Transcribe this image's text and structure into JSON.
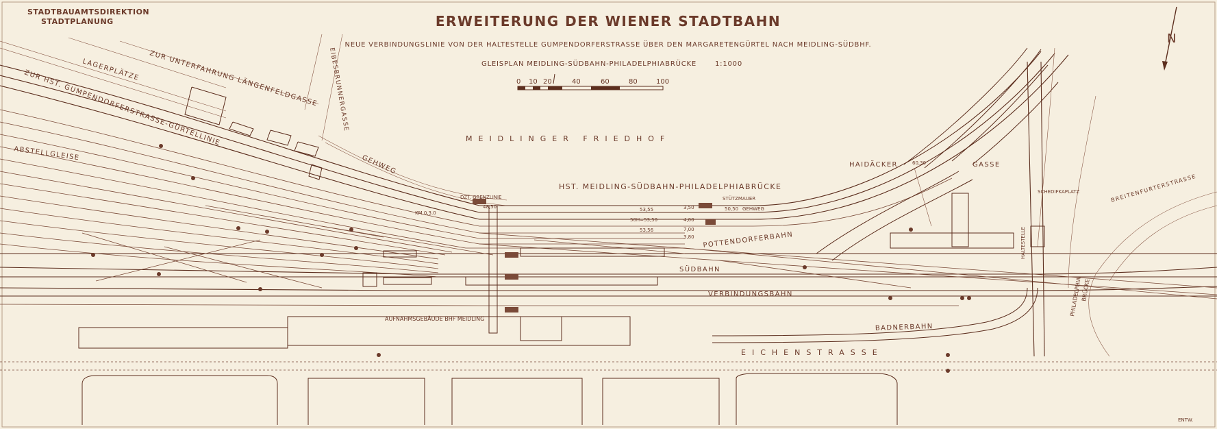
{
  "header": {
    "office_line1": "STADTBAUAMTSDIREKTION",
    "office_line2": "STADTPLANUNG",
    "title": "ERWEITERUNG DER WIENER STADTBAHN",
    "subtitle": "NEUE VERBINDUNGSLINIE VON DER HALTESTELLE GUMPENDORFERSTRASSE ÜBER DEN MARGARETENGÜRTEL NACH MEIDLING-SÜDBHF.",
    "plan_title": "GLEISPLAN MEIDLING-SÜDBAHN-PHILADELPHIABRÜCKE",
    "plan_scale": "1:1000"
  },
  "scale_bar": {
    "labels": [
      "0",
      "10",
      "20",
      "40",
      "60",
      "80",
      "100"
    ]
  },
  "north_arrow": {
    "letter": "N"
  },
  "labels": {
    "lagerplaetze": "LAGERPLÄTZE",
    "unterfahrung": "ZUR UNTERFAHRUNG LÄNGENFELDGASSE",
    "gumpendorfer": "ZUR HST. GUMPENDORFERSTRASSE-GÜRTELLINIE",
    "eibesbrunnergasse": "EIBESBRUNNERGASSE",
    "abstellgleise": "ABSTELLGLEISE",
    "friedhof": "MEIDLINGER FRIEDHOF",
    "gehweg_left": "GEHWEG",
    "grenzlinie": "DZT. GRENZLINIE",
    "haltestelle_main": "HST. MEIDLING-SÜDBAHN-PHILADELPHIABRÜCKE",
    "stuetzmauer": "STÜTZMAUER",
    "gehweg_right": "GEHWEG",
    "km": "KM 0,3.0",
    "haidacker": "HAIDÄCKER",
    "gasse": "GASSE",
    "schedifkaplatz": "SCHEDIFKAPLATZ",
    "breitenfurterstrasse": "BREITENFURTERSTRASSE",
    "pottendorferbahn": "POTTENDORFERBAHN",
    "suedbahn": "SÜDBAHN",
    "verbindungsbahn": "VERBINDUNGSBAHN",
    "aufnahmsgebaeude": "AUFNAHMSGEBÄUDE BHF MEIDLING",
    "badnerbahn": "BADNERBAHN",
    "eichenstrasse": "EICHENSTRASSE",
    "haltestelle_vertical": "HALTESTELLE",
    "philadelphia": "PHILADELPHIA",
    "bruecke": "BRÜCKE",
    "entw": "ENTW."
  },
  "dimensions": {
    "d1": "53,55",
    "d2": "50H=53,50",
    "d3": "53,56",
    "d4": "48,50",
    "d5": "50,50",
    "d6": "60,30",
    "d7": "3,50",
    "d8": "4,00",
    "d9": "3,80",
    "d10": "7,00"
  }
}
